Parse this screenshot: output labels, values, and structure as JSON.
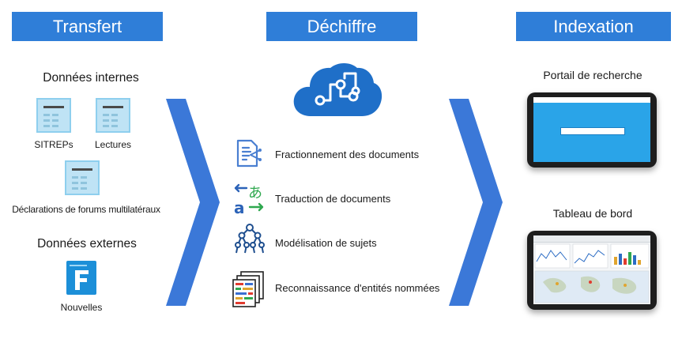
{
  "headers": {
    "transfer": "Transfert",
    "decipher": "Déchiffre",
    "indexing": "Indexation"
  },
  "transfer": {
    "internal_title": "Données internes",
    "internal_items": [
      "SITREPs",
      "Lectures",
      "Déclarations de forums multilatéraux"
    ],
    "external_title": "Données externes",
    "external_items": [
      "Nouvelles"
    ]
  },
  "decipher": {
    "steps": [
      {
        "label": "Fractionnement des documents",
        "icon": "document-split-icon"
      },
      {
        "label": "Traduction de documents",
        "icon": "translate-icon"
      },
      {
        "label": "Modélisation de sujets",
        "icon": "topic-tree-icon"
      },
      {
        "label": "Reconnaissance d'entités nommées",
        "icon": "named-entity-icon"
      }
    ]
  },
  "indexing": {
    "portal_title": "Portail de recherche",
    "dashboard_title": "Tableau de bord"
  },
  "colors": {
    "header_bg": "#2f7ed8",
    "chevron": "#3b78d8",
    "icon_blue": "#1f6fc8"
  }
}
